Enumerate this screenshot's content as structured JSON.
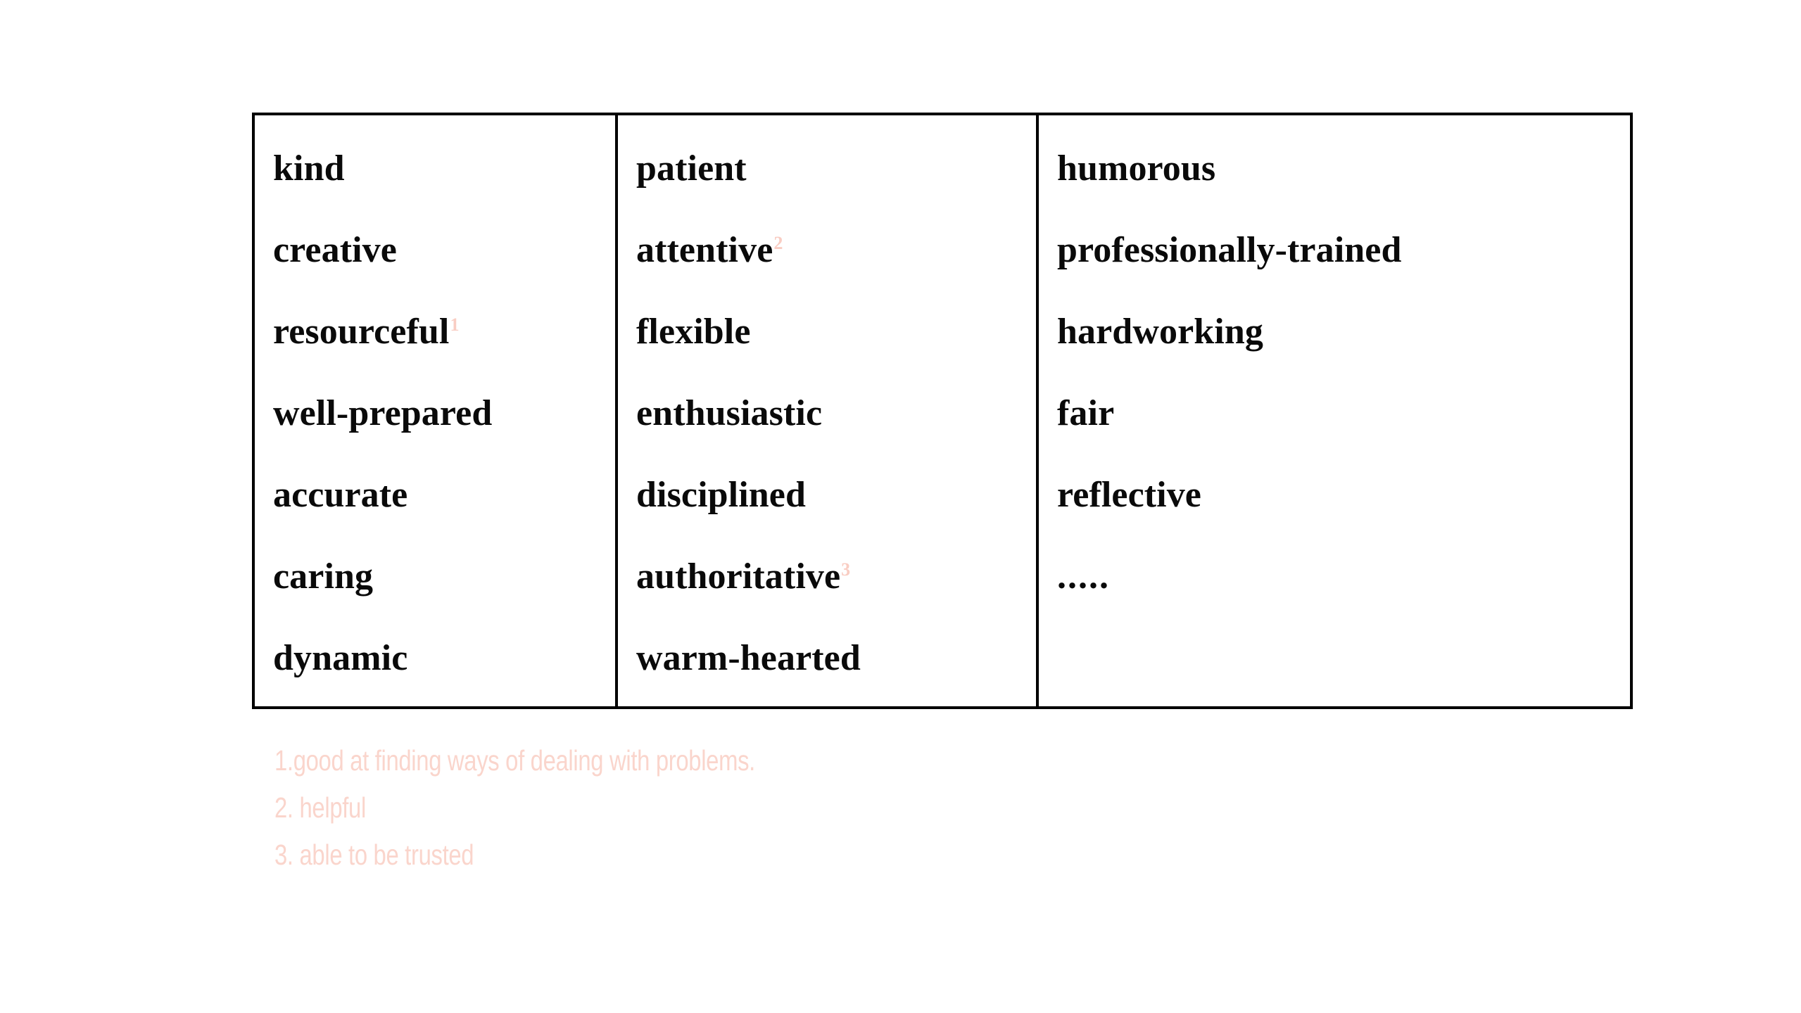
{
  "slide": {
    "background_color": "#ffffff",
    "accent_color": "#f9cdc3",
    "border_color": "#000000",
    "text_color": "#0a0a0a"
  },
  "table": {
    "columns": [
      {
        "name": "column-1",
        "cells": [
          {
            "word": "kind",
            "superscript": ""
          },
          {
            "word": "creative",
            "superscript": ""
          },
          {
            "word": "resourceful",
            "superscript": "1"
          },
          {
            "word": "well-prepared",
            "superscript": ""
          },
          {
            "word": "accurate",
            "superscript": ""
          },
          {
            "word": "caring",
            "superscript": ""
          },
          {
            "word": "dynamic",
            "superscript": ""
          }
        ]
      },
      {
        "name": "column-2",
        "cells": [
          {
            "word": "patient",
            "superscript": ""
          },
          {
            "word": "attentive",
            "superscript": "2"
          },
          {
            "word": "flexible",
            "superscript": ""
          },
          {
            "word": "enthusiastic",
            "superscript": ""
          },
          {
            "word": "disciplined",
            "superscript": ""
          },
          {
            "word": "authoritative",
            "superscript": "3"
          },
          {
            "word": "warm-hearted",
            "superscript": ""
          }
        ]
      },
      {
        "name": "column-3",
        "cells": [
          {
            "word": "humorous",
            "superscript": ""
          },
          {
            "word": "professionally-trained",
            "superscript": ""
          },
          {
            "word": "hardworking",
            "superscript": ""
          },
          {
            "word": "fair",
            "superscript": ""
          },
          {
            "word": "reflective",
            "superscript": ""
          },
          {
            "word": ".....",
            "superscript": ""
          },
          {
            "word": "",
            "superscript": ""
          }
        ]
      }
    ]
  },
  "footnotes": {
    "lines": [
      "1.good at finding ways of dealing with problems.",
      "2. helpful",
      "3. able to be trusted"
    ]
  }
}
